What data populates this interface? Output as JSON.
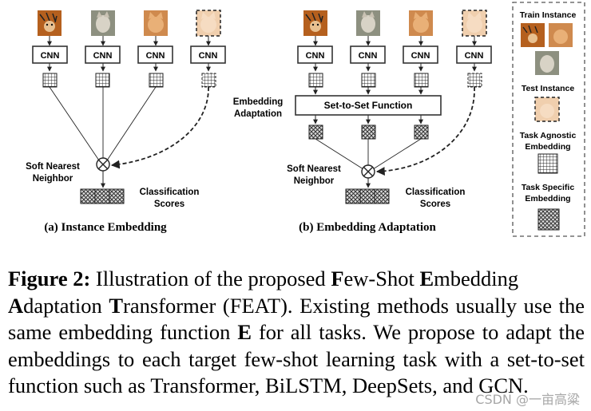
{
  "panel_a": {
    "cnn_labels": [
      "CNN",
      "CNN",
      "CNN",
      "CNN"
    ],
    "soft_nn": [
      "Soft Nearest",
      "Neighbor"
    ],
    "scores": [
      "Classification",
      "Scores"
    ],
    "subcaption": "(a) Instance Embedding"
  },
  "panel_b": {
    "cnn_labels": [
      "CNN",
      "CNN",
      "CNN",
      "CNN"
    ],
    "adaptation": [
      "Embedding",
      "Adaptation"
    ],
    "set_fn": "Set-to-Set Function",
    "soft_nn": [
      "Soft Nearest",
      "Neighbor"
    ],
    "scores": [
      "Classification",
      "Scores"
    ],
    "subcaption": "(b) Embedding Adaptation"
  },
  "legend": {
    "train": "Train Instance",
    "test": "Test Instance",
    "agnostic": [
      "Task Agnostic",
      "Embedding"
    ],
    "specific": [
      "Task Specific",
      "Embedding"
    ]
  },
  "caption": {
    "label": "Figure 2:",
    "p1": " Illustration of the proposed ",
    "F": "F",
    "ew": "ew-Shot ",
    "E": "E",
    "mbedding": "mbedding",
    "A": "A",
    "daptation": "daptation ",
    "T": "T",
    "ransformer": "ransformer (",
    "feat": "FEAT",
    "p2": "). Existing methods usually use the same embedding function ",
    "Ebold": "E",
    "p3": " for all tasks. We propose to adapt the embeddings to each target few-shot learning task with a set-to-set function such as Transformer, BiLSTM, DeepSets, and GCN."
  },
  "watermark": "CSDN @一亩高粱",
  "colors": {
    "tiger": "#c8772a",
    "cat": "#e0b088",
    "wolf": "#b9b3a6",
    "box_stroke": "#333333"
  }
}
